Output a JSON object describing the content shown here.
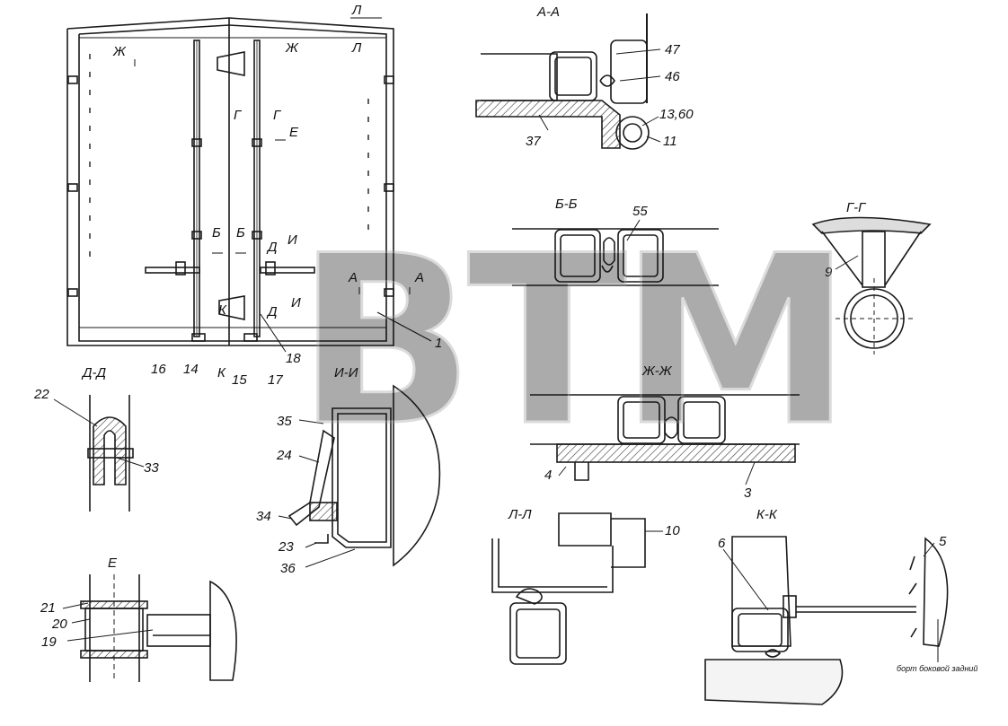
{
  "watermark": {
    "text": "BTM",
    "reg_mark": "®"
  },
  "main_view": {
    "callouts": [
      "Л",
      "Ж",
      "Ж",
      "Л",
      "Г",
      "Г",
      "Е",
      "Б",
      "Б",
      "Д",
      "И",
      "А",
      "А",
      "И",
      "Д",
      "К",
      "К",
      "1",
      "16",
      "14",
      "15",
      "17",
      "18"
    ]
  },
  "sections": {
    "aa": {
      "title": "А-А",
      "labels": [
        "47",
        "46",
        "13,60",
        "11",
        "37"
      ]
    },
    "bb": {
      "title": "Б-Б",
      "labels": [
        "55"
      ]
    },
    "gg": {
      "title": "Г-Г",
      "labels": [
        "9"
      ]
    },
    "zhzh": {
      "title": "Ж-Ж",
      "labels": [
        "4",
        "3"
      ]
    },
    "dd": {
      "title": "Д-Д",
      "labels": [
        "22",
        "33"
      ]
    },
    "ii": {
      "title": "И-И",
      "labels": [
        "35",
        "24",
        "34",
        "23",
        "36"
      ]
    },
    "ll": {
      "title": "Л-Л",
      "labels": [
        "10"
      ]
    },
    "kk": {
      "title": "К-К",
      "labels": [
        "6",
        "5"
      ],
      "note": "борт боковой задний"
    },
    "e": {
      "title": "Е",
      "labels": [
        "21",
        "20",
        "19"
      ]
    }
  },
  "colors": {
    "ink": "#1a1a1a",
    "watermark": "#c8c8c8",
    "hatch": "#333333"
  }
}
